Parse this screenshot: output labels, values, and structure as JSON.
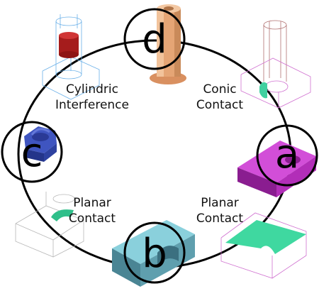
{
  "diagram": {
    "nodes": [
      {
        "id": "a",
        "letter": "a",
        "color": "#c03ac8"
      },
      {
        "id": "b",
        "letter": "b",
        "color": "#6aaab8"
      },
      {
        "id": "c",
        "letter": "c",
        "color": "#3a4db0"
      },
      {
        "id": "d",
        "letter": "d",
        "color": "#e0a070"
      }
    ],
    "labels": [
      {
        "id": "cylindric",
        "line1": "Cylindric",
        "line2": "Interference"
      },
      {
        "id": "conic",
        "line1": "Conic",
        "line2": "Contact"
      },
      {
        "id": "planar_left",
        "line1": "Planar",
        "line2": "Contact"
      },
      {
        "id": "planar_right",
        "line1": "Planar",
        "line2": "Contact"
      }
    ],
    "colors": {
      "cycle": "#000000",
      "wireframe_blue": "#6ab0e8",
      "wireframe_pink": "#d070d0",
      "wireframe_brown": "#b07070",
      "contact_green": "#40d0a0",
      "cylinder_red": "#b02020"
    }
  }
}
